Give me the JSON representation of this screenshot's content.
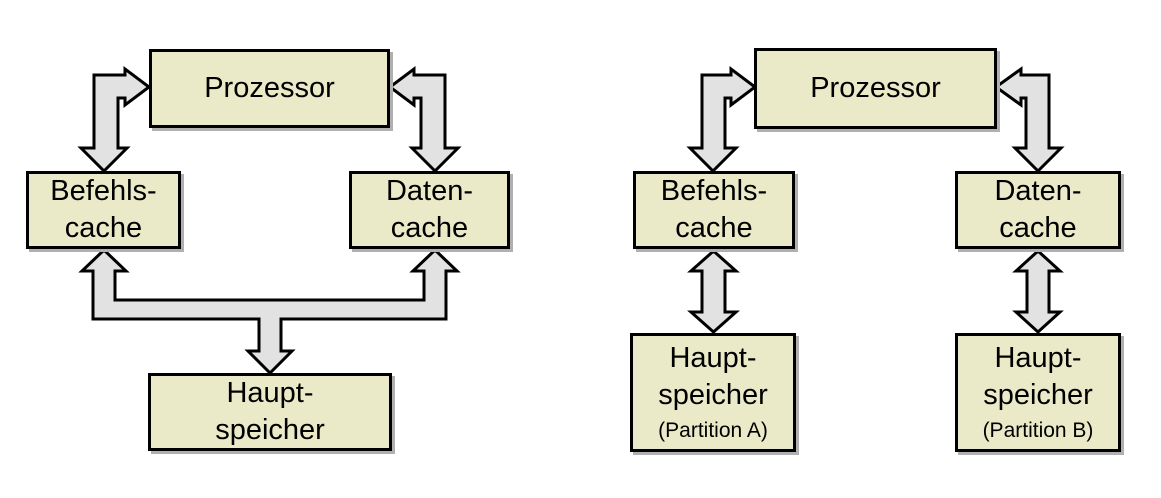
{
  "colors": {
    "box_fill": "#eaeac9",
    "arrow_fill": "#e2e2e2",
    "outline": "#000000",
    "box_shadow": "#b0b0b0",
    "background": "#ffffff"
  },
  "left": {
    "processor": {
      "label": "Prozessor"
    },
    "instruction_cache": {
      "line1": "Befehls-",
      "line2": "cache"
    },
    "data_cache": {
      "line1": "Daten-",
      "line2": "cache"
    },
    "main_memory": {
      "line1": "Haupt-",
      "line2": "speicher"
    }
  },
  "right": {
    "processor": {
      "label": "Prozessor"
    },
    "instruction_cache": {
      "line1": "Befehls-",
      "line2": "cache"
    },
    "data_cache": {
      "line1": "Daten-",
      "line2": "cache"
    },
    "main_memory_a": {
      "line1": "Haupt-",
      "line2": "speicher",
      "partition": "(Partition A)"
    },
    "main_memory_b": {
      "line1": "Haupt-",
      "line2": "speicher",
      "partition": "(Partition B)"
    }
  },
  "connections": {
    "left": [
      {
        "from": "Prozessor",
        "to": "Befehls-cache",
        "bidirectional": true
      },
      {
        "from": "Prozessor",
        "to": "Daten-cache",
        "bidirectional": true
      },
      {
        "from": "Haupt-speicher",
        "to": "Befehls-cache / Daten-cache",
        "bidirectional": true,
        "branched": true
      }
    ],
    "right": [
      {
        "from": "Prozessor",
        "to": "Befehls-cache",
        "bidirectional": true
      },
      {
        "from": "Prozessor",
        "to": "Daten-cache",
        "bidirectional": true
      },
      {
        "from": "Befehls-cache",
        "to": "Haupt-speicher (Partition A)",
        "bidirectional": true
      },
      {
        "from": "Daten-cache",
        "to": "Haupt-speicher (Partition B)",
        "bidirectional": true
      }
    ]
  }
}
